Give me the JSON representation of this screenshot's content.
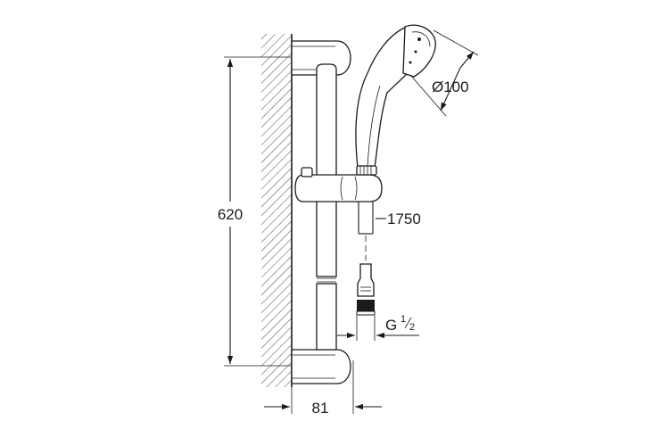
{
  "dimensions": {
    "height": "620",
    "width": "81",
    "diameter": "Ø100",
    "hose_length": "1750",
    "thread": {
      "main": "G",
      "num": "1",
      "den": "2"
    }
  }
}
